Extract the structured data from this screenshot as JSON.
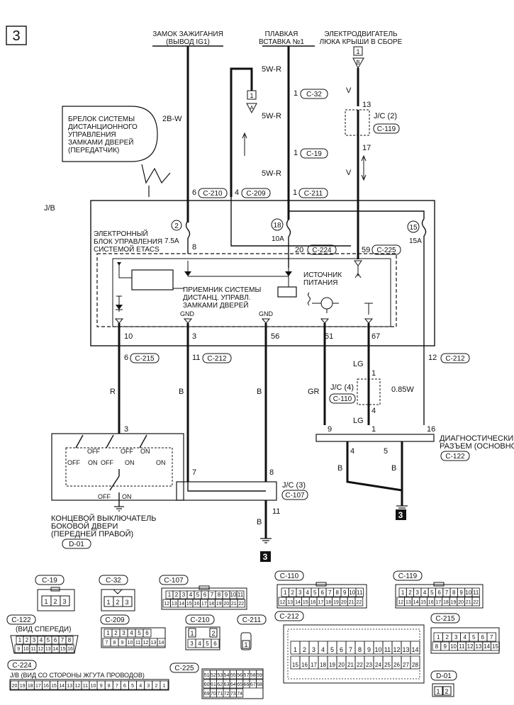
{
  "page_number": "3",
  "sources": {
    "ignition": [
      "ЗАМОК ЗАЖИГАНИЯ",
      "(ВЫВОД IG1)"
    ],
    "fusible_link": [
      "ПЛАВКАЯ",
      "ВСТАВКА №1"
    ],
    "sunroof_motor": [
      "ЭЛЕКТРОДВИГАТЕЛЬ",
      "ЛЮКА КРЫШИ В СБОРЕ"
    ],
    "sunroof_pin": "1",
    "sunroof_ref": "B"
  },
  "transmitter_label": [
    "БРЕЛОК СИСТЕМЫ",
    "ДИСТАНЦИОННОГО",
    "УПРАВЛЕНИЯ",
    "ЗАМКАМИ ДВЕРЕЙ",
    "(ПЕРЕДАТЧИК)"
  ],
  "loop_ref": {
    "pin": "1",
    "arrow": "A"
  },
  "wires": {
    "ign_color": "2B-W",
    "fl_color_1": "5W-R",
    "fl_color_2": "5W-R",
    "fl_color_3": "5W-R",
    "sr_color_1": "V",
    "sr_color_2": "V",
    "out_r": "R",
    "out_b1": "B",
    "out_b2": "B",
    "out_gr": "GR",
    "out_lg1": "LG",
    "out_lg2": "LG",
    "out_085w": "0.85W",
    "diag_b1": "B",
    "diag_b2": "B",
    "jc3_out_b": "B"
  },
  "connectors": {
    "c32_pin": "1",
    "c32": "C-32",
    "c19_pin": "1",
    "c19": "C-19",
    "jc2": "J/C (2)",
    "c119": "C-119",
    "jc2_in": "13",
    "jc2_out": "17",
    "c210_pin": "6",
    "c210": "C-210",
    "c209_pin": "4",
    "c209": "C-209",
    "c211_pin": "1",
    "c211": "C-211",
    "c224_pin": "20",
    "c224": "C-224",
    "c225_pin": "59",
    "c225": "C-225",
    "c215_pin": "6",
    "c215": "C-215",
    "c212a_pin": "11",
    "c212a": "C-212",
    "c212b_pin": "12",
    "c212b": "C-212",
    "jc4": "J/C (4)",
    "c110": "C-110",
    "jc4_in": "1",
    "jc4_out": "4",
    "jc3": "J/C (3)",
    "c107": "C-107",
    "jc3_in1": "7",
    "jc3_in2": "8",
    "jc3_out": "11",
    "diag_pins": [
      "9",
      "1",
      "16",
      "4",
      "5"
    ],
    "c122": "C-122",
    "d01": "D-01",
    "door_pin": "3"
  },
  "jb": {
    "label": "J/B",
    "fuse2": "2",
    "fuse2_rating": "7.5A",
    "fuse2_out": "8",
    "fuse18": "18",
    "fuse18_rating": "10A",
    "fuse15": "15",
    "fuse15_rating": "15A",
    "etacs_label": [
      "ЭЛЕКТРОННЫЙ",
      "БЛОК УПРАВЛЕНИЯ",
      "СИСТЕМОЙ ETACS"
    ],
    "receiver_label": [
      "ПРИЕМНИК СИСТЕМЫ",
      "ДИСТАНЦ. УПРАВЛ.",
      "ЗАМКАМИ ДВЕРЕЙ"
    ],
    "power_label": [
      "ИСТОЧНИК",
      "ПИТАНИЯ"
    ],
    "gnd1": "GND",
    "gnd2": "GND",
    "out_pins": [
      "10",
      "3",
      "56",
      "51",
      "67"
    ]
  },
  "door_switch": {
    "off_labels": [
      "OFF",
      "OFF",
      "OFF",
      "OFF"
    ],
    "on_labels": [
      "ON",
      "ON",
      "ON",
      "ON"
    ],
    "bottom_off": "OFF",
    "bottom_on": "ON",
    "label": [
      "КОНЦЕВОЙ ВЫКЛЮЧАТЕЛЬ",
      "БОКОВОЙ ДВЕРИ",
      "(ПЕРЕДНЕЙ ПРАВОЙ)"
    ]
  },
  "diag_label": [
    "ДИАГНОСТИЧЕСКИЙ",
    "РАЗЪЕМ (ОСНОВНОЙ)"
  ],
  "ground_refs": [
    "3",
    "3"
  ],
  "connector_views": {
    "c19": {
      "title": "C-19",
      "pins": [
        "1",
        "2",
        "3"
      ]
    },
    "c32": {
      "title": "C-32",
      "pins": [
        "1",
        "2",
        "3"
      ]
    },
    "c107": {
      "title": "C-107",
      "row1": [
        "1",
        "2",
        "3",
        "4",
        "5",
        "6",
        "7",
        "8",
        "9",
        "10",
        "11"
      ],
      "row2": [
        "12",
        "13",
        "14",
        "15",
        "16",
        "17",
        "18",
        "19",
        "20",
        "21",
        "22"
      ]
    },
    "c110": {
      "title": "C-110",
      "row1": [
        "1",
        "2",
        "3",
        "4",
        "5",
        "6",
        "7",
        "8",
        "9",
        "10",
        "11"
      ],
      "row2": [
        "12",
        "13",
        "14",
        "15",
        "16",
        "17",
        "18",
        "19",
        "20",
        "21",
        "22"
      ]
    },
    "c119": {
      "title": "C-119",
      "row1": [
        "1",
        "2",
        "3",
        "4",
        "5",
        "6",
        "7",
        "8",
        "9",
        "10",
        "11"
      ],
      "row2": [
        "12",
        "13",
        "14",
        "15",
        "16",
        "17",
        "18",
        "19",
        "20",
        "21",
        "22"
      ]
    },
    "c122": {
      "title": "C-122",
      "note": "(ВИД СПЕРЕДИ)",
      "row1": [
        "1",
        "2",
        "3",
        "4",
        "5",
        "6",
        "7",
        "8"
      ],
      "row2": [
        "9",
        "10",
        "11",
        "12",
        "13",
        "14",
        "15",
        "16"
      ]
    },
    "c209": {
      "title": "C-209",
      "row1": [
        "1",
        "2",
        "3",
        "4",
        "5",
        "6"
      ],
      "row2": [
        "7",
        "8",
        "9",
        "10",
        "11",
        "12",
        "13",
        "14"
      ]
    },
    "c210": {
      "title": "C-210",
      "row1": [
        "1",
        "2"
      ],
      "row2": [
        "3",
        "4",
        "5",
        "6"
      ]
    },
    "c211": {
      "title": "C-211",
      "pins": [
        "1"
      ]
    },
    "c212": {
      "title": "C-212",
      "row1": [
        "1",
        "2",
        "3",
        "4",
        "5",
        "6",
        "7",
        "8",
        "9",
        "10",
        "11",
        "12",
        "13",
        "14"
      ],
      "row2": [
        "15",
        "16",
        "17",
        "18",
        "19",
        "20",
        "21",
        "22",
        "23",
        "24",
        "25",
        "26",
        "27",
        "28"
      ]
    },
    "c215": {
      "title": "C-215",
      "row1": [
        "1",
        "2",
        "3",
        "4",
        "5",
        "6",
        "7"
      ],
      "row2": [
        "8",
        "9",
        "10",
        "11",
        "12",
        "13",
        "14",
        "15"
      ]
    },
    "c224": {
      "title": "C-224",
      "note": "J/B (ВИД СО СТОРОНЫ ЖГУТА ПРОВОДОВ)",
      "pins": [
        "20",
        "19",
        "18",
        "17",
        "16",
        "15",
        "14",
        "13",
        "12",
        "11",
        "10",
        "9",
        "8",
        "7",
        "6",
        "5",
        "4",
        "3",
        "2",
        "1"
      ]
    },
    "c225": {
      "title": "C-225",
      "row1": [
        "51",
        "52",
        "53",
        "54",
        "55",
        "56",
        "57",
        "58",
        "59"
      ],
      "row2": [
        "60",
        "61",
        "62",
        "63",
        "64",
        "65",
        "66",
        "67",
        "68"
      ],
      "row3": [
        "69",
        "70",
        "71",
        "72",
        "73",
        "74"
      ]
    },
    "d01": {
      "title": "D-01",
      "pins": [
        "1",
        "2"
      ]
    }
  }
}
